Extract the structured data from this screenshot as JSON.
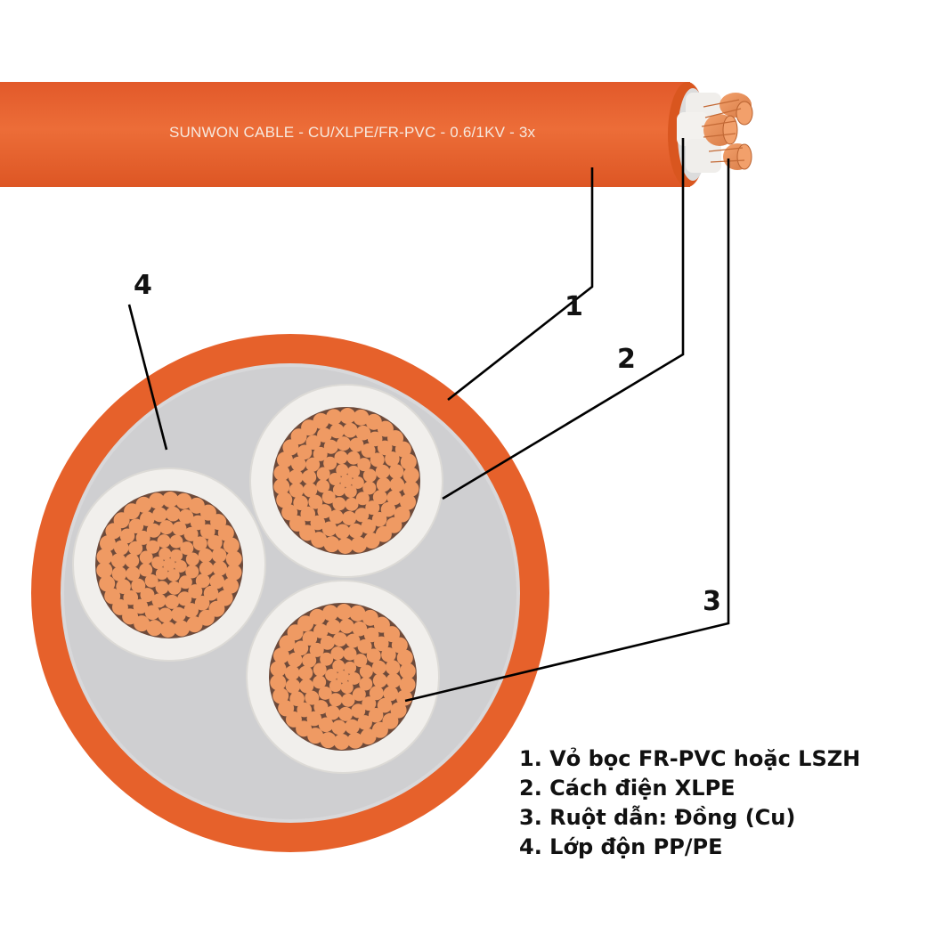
{
  "cable": {
    "print_text": "SUNWON CABLE - CU/XLPE/FR-PVC - 0.6/1KV - 3x"
  },
  "callouts": [
    "1",
    "2",
    "3",
    "4"
  ],
  "legend": {
    "items": [
      "1. Vỏ bọc FR-PVC hoặc LSZH",
      "2. Cách điện XLPE",
      "3. Ruột dẫn: Đồng (Cu)",
      "4. Lớp độn PP/PE"
    ]
  },
  "colors": {
    "sheath": "#e8652f",
    "sheath_dark": "#d9561f",
    "filler": "#cfcfd1",
    "insulation": "#f1efec",
    "copper": "#ef9a63",
    "copper_gap": "#6e4a3a"
  }
}
